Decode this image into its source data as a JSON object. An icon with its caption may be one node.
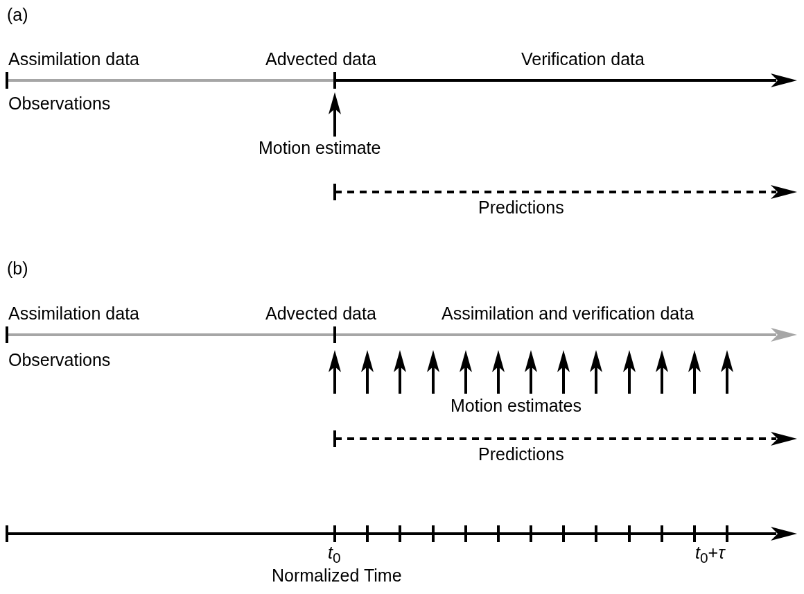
{
  "diagram": {
    "labels": [
      "(a)",
      "Assimilation data",
      "Advected data",
      "Verification data",
      "Observations",
      "Motion estimate",
      "Predictions",
      "(b)",
      "Assimilation data",
      "Advected data",
      "Assimilation and verification data",
      "Observations",
      "Motion estimates",
      "Predictions",
      "*t*$_{0}$",
      "*t*$_{0}$+*τ*",
      "Normalized Time"
    ]
  }
}
